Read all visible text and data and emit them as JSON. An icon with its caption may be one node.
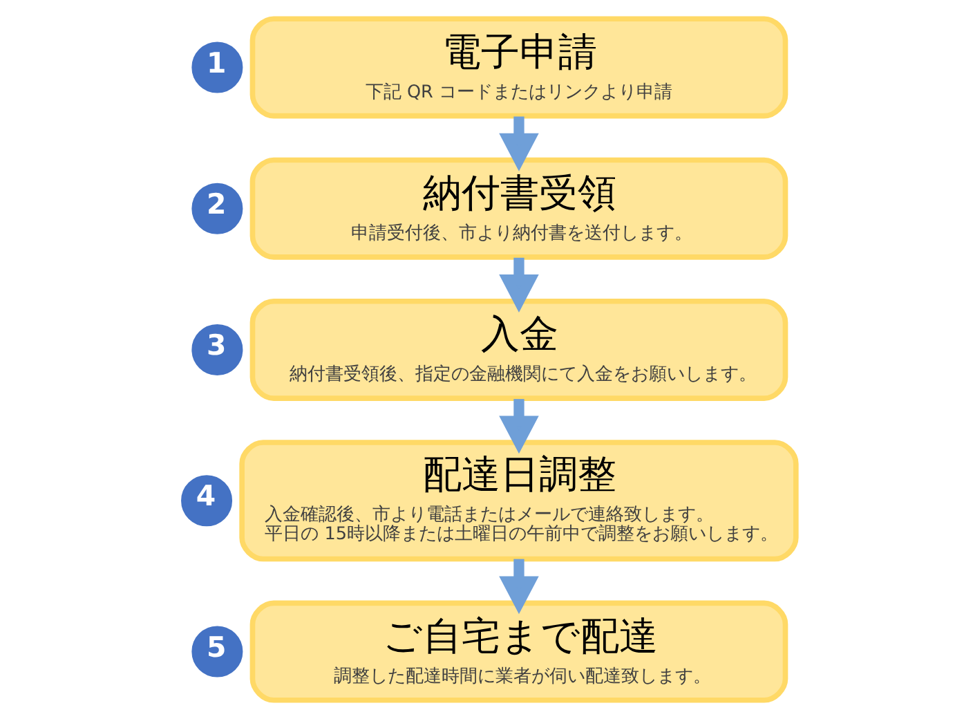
{
  "diagram": {
    "nodes": [
      {
        "text": [
          "1"
        ]
      },
      {
        "text": [
          "電子申請",
          "下記 QR コードまたはリンクより申請"
        ]
      },
      {
        "text": [
          "2"
        ]
      },
      {
        "text": [
          "納付書受領",
          "申請受付後、市より納付書を送付します。"
        ]
      },
      {
        "text": [
          "3"
        ]
      },
      {
        "text": [
          "入金",
          "納付書受領後、指定の金融機関にて入金をお願いします。"
        ]
      },
      {
        "text": [
          "4"
        ]
      },
      {
        "text": [
          "配達日調整",
          "入金確認後、市より電話またはメールで連絡致します。平日の 15時以降または土曜日の午前中で調整をお願いします。"
        ]
      },
      {
        "text": [
          "5"
        ]
      },
      {
        "text": [
          "ご自宅まで配達",
          "調整した配達時間に業者が伺い配達致します。"
        ]
      }
    ],
    "edges": [
      {
        "from": 1,
        "to": 3,
        "arrow": "to"
      },
      {
        "from": 3,
        "to": 5,
        "arrow": "to"
      },
      {
        "from": 5,
        "to": 7,
        "arrow": "to"
      },
      {
        "from": 7,
        "to": 9,
        "arrow": "to"
      }
    ]
  }
}
